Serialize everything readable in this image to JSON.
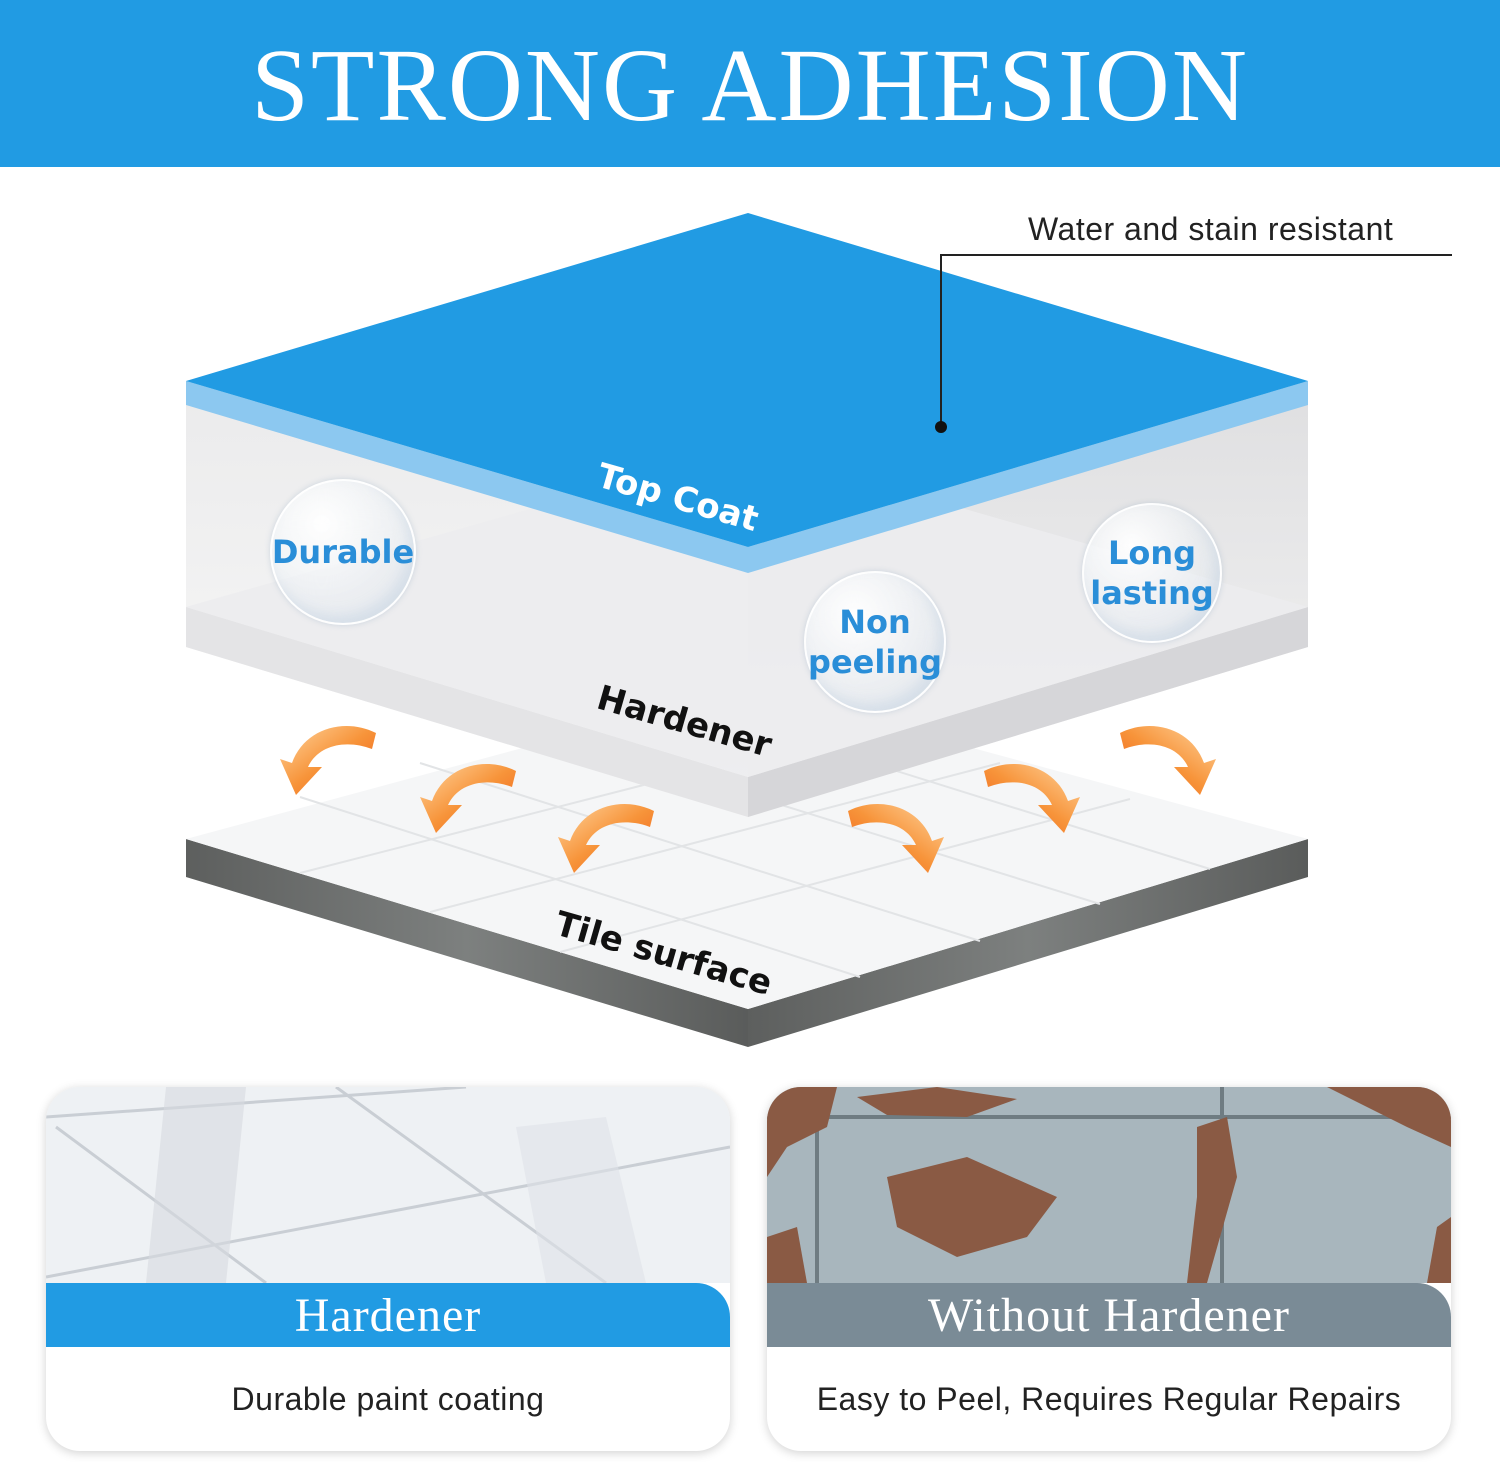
{
  "banner": {
    "title": "STRONG ADHESION"
  },
  "diagram": {
    "callout": "Water and stain resistant",
    "layers": {
      "top_coat": "Top Coat",
      "hardener": "Hardener",
      "tile_surface": "Tile surface"
    },
    "bubbles": {
      "durable": "Durable",
      "non_peeling": "Non\npeeling",
      "long_lasting": "Long\nlasting"
    }
  },
  "comparison": {
    "with": {
      "title": "Hardener",
      "description": "Durable paint coating"
    },
    "without": {
      "title": "Without Hardener",
      "description": "Easy to Peel, Requires Regular Repairs"
    }
  },
  "colors": {
    "brand_blue": "#219be3",
    "slate_gray": "#7a8b96",
    "arrow_orange": "#f26a1b"
  }
}
